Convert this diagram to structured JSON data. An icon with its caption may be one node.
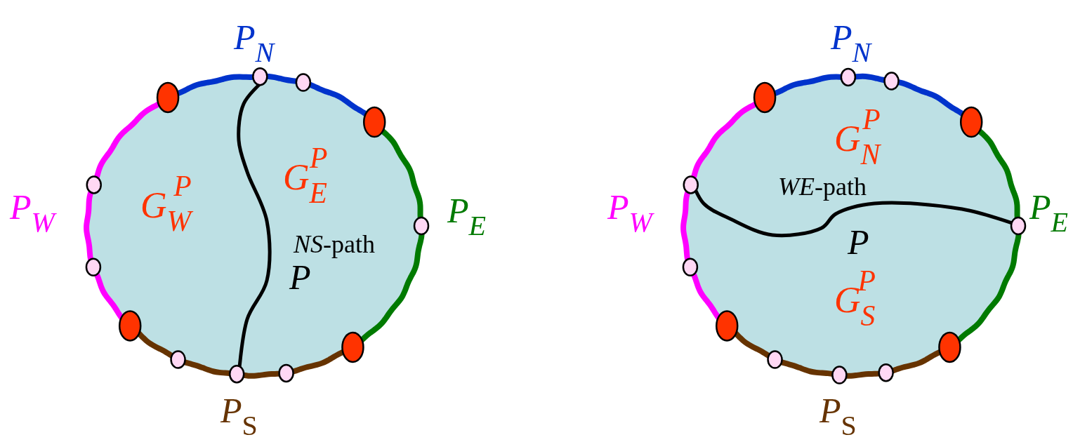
{
  "diagram": {
    "labels": [
      "P$_{N}$",
      "P$_{W}$",
      "G$_{W}$$^{P}$",
      "G$_{E}$$^{P}$",
      "P$_{E}$",
      "*NS*-path",
      "P",
      "*P*$_{S}$",
      "P$_{N}$",
      "G$_{N}$$^{P}$",
      "*WE*-path",
      "P$_{W}$",
      "P$_{E}$",
      "P",
      "G$_{S}$$^{P}$",
      "*P*$_{S}$"
    ]
  }
}
